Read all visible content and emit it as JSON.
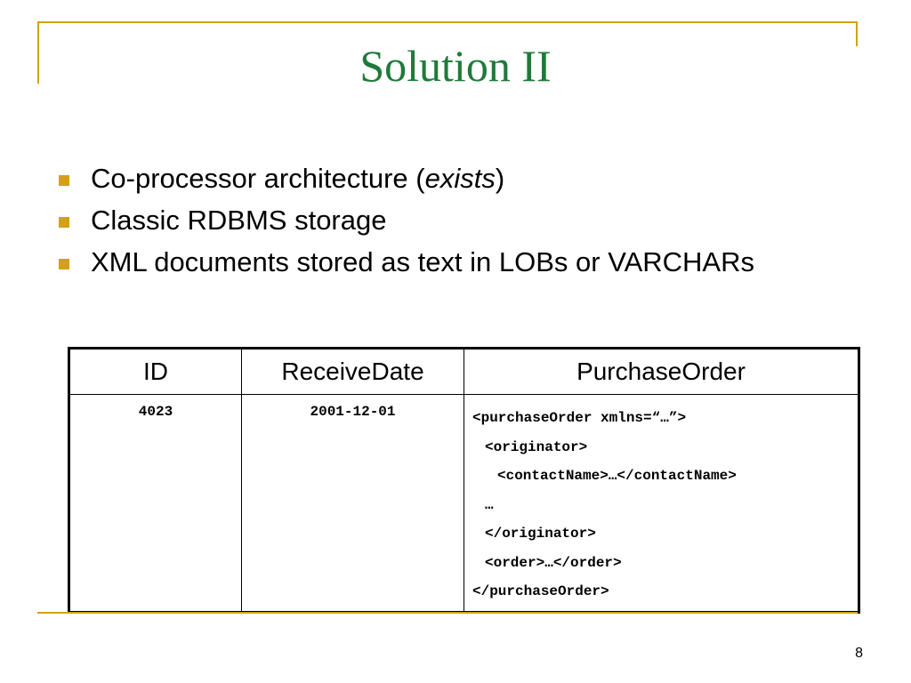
{
  "title": "Solution II",
  "bullets": [
    {
      "before": "Co-processor architecture (",
      "emphasis": "exists",
      "after": ")"
    },
    {
      "text": "Classic RDBMS storage"
    },
    {
      "text": "XML documents stored as text in LOBs or VARCHARs"
    }
  ],
  "table": {
    "headers": [
      "ID",
      "ReceiveDate",
      "PurchaseOrder"
    ],
    "row": {
      "id": "4023",
      "receive_date": "2001-12-01",
      "purchase_order_lines": [
        "<purchaseOrder xmlns=“…”>",
        "<originator>",
        "<contactName>…</contactName>",
        "…",
        "</originator>",
        "<order>…</order>",
        "</purchaseOrder>"
      ]
    }
  },
  "page_number": "8",
  "colors": {
    "accent": "#d4a017",
    "title": "#1f7a3a"
  }
}
